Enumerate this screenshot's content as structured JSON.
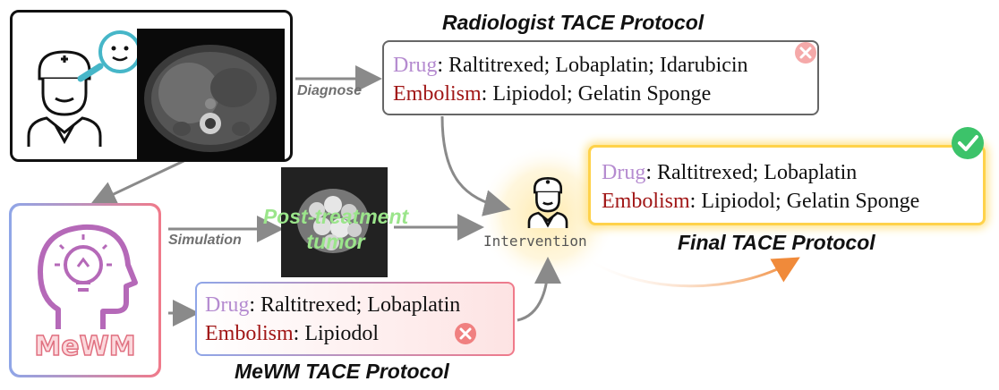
{
  "radiologist": {
    "title": "Radiologist TACE Protocol",
    "drug_key": "Drug",
    "drug_value": ": Raltitrexed; Lobaplatin; Idarubicin",
    "embolism_key": "Embolism",
    "embolism_value": ": Lipiodol; Gelatin Sponge",
    "status": "rejected"
  },
  "final": {
    "title": "Final TACE Protocol",
    "drug_key": "Drug",
    "drug_value": ": Raltitrexed; Lobaplatin",
    "embolism_key": "Embolism",
    "embolism_value": ": Lipiodol; Gelatin Sponge",
    "status": "accepted"
  },
  "mewm_protocol": {
    "title": "MeWM TACE Protocol",
    "drug_key": "Drug",
    "drug_value": ": Raltitrexed; Lobaplatin",
    "embolism_key": "Embolism",
    "embolism_value": ": Lipiodol",
    "status": "rejected"
  },
  "model": {
    "label": "MeWM"
  },
  "edges": {
    "diagnose": "Diagnose",
    "simulation": "Simulation",
    "intervention": "Intervention"
  },
  "tumor": {
    "label_line1": "Post-treatment",
    "label_line2": "tumor"
  },
  "icons": {
    "doctor": "doctor-icon",
    "magnifier": "magnifier-icon",
    "ct_scan": "ct-scan-image",
    "brain_head": "head-lightbulb-icon",
    "x_mark": "x-circle-icon",
    "check": "check-circle-icon"
  },
  "colors": {
    "drug": "#b58bd0",
    "embolism": "#a11717",
    "accept": "#3cc36a",
    "reject": "#f08080",
    "arrow": "#8a8a8a",
    "highlight": "#ffd24a"
  }
}
